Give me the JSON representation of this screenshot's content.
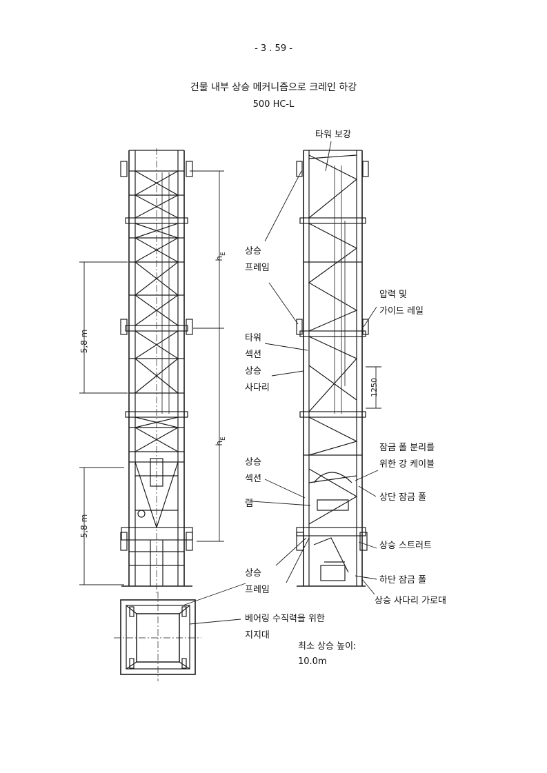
{
  "page_number": "- 3 . 59 -",
  "title": "건물 내부 상승 메커니즘으로 크레인 하강",
  "subtitle": "500 HC-L",
  "dims": {
    "h_e": "h",
    "h_e_sub": "E",
    "left_upper": "5,8 m",
    "left_lower": "5,8 m",
    "right": "1250"
  },
  "labels": {
    "tower_bracing": "타워 보강",
    "climbing_frame_top_1": "상승",
    "climbing_frame_top_2": "프레임",
    "pressure_guide_1": "압력 및",
    "pressure_guide_2": "가이드 레일",
    "tower_section_1": "타워",
    "tower_section_2": "섹션",
    "climbing_ladder_1": "상승",
    "climbing_ladder_2": "사다리",
    "lock_cable_1": "잠금 폴 분리를",
    "lock_cable_2": "위한 강 케이블",
    "climbing_section_1": "상승",
    "climbing_section_2": "섹션",
    "upper_lock": "상단 잠금 폴",
    "ram": "램",
    "climbing_strut": "상승 스트러트",
    "climbing_frame_bot_1": "상승",
    "climbing_frame_bot_2": "프레임",
    "lower_lock": "하단 잠금 폴",
    "ladder_rung": "상승 사다리 가로대",
    "bearing_1": "베어링 수직력을 위한",
    "bearing_2": "지지대",
    "min_height_1": "최소 상승 높이:",
    "min_height_2": "10.0m"
  }
}
